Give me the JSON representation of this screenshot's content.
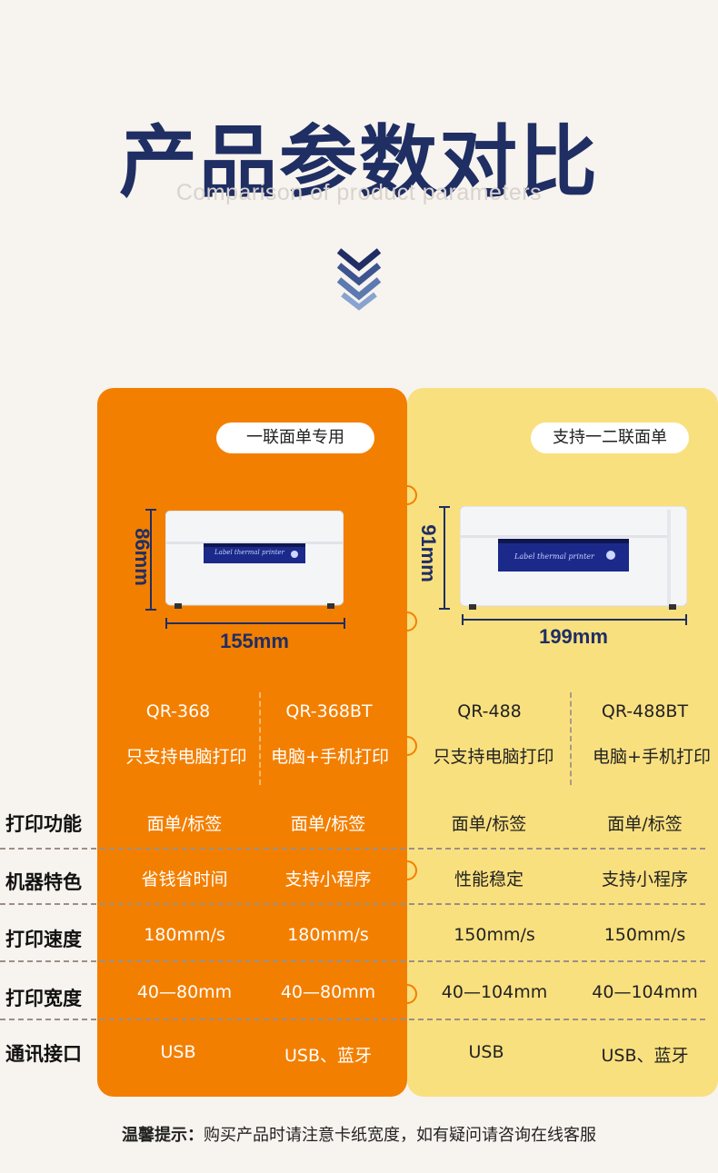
{
  "header": {
    "title": "产品参数对比",
    "subtitle": "Comparison of product parameters"
  },
  "groups": [
    {
      "badge": "一联面单专用",
      "height_label": "86mm",
      "width_label": "155mm",
      "models": [
        {
          "name": "QR-368",
          "desc": "只支持电脑打印"
        },
        {
          "name": "QR-368BT",
          "desc": "电脑+手机打印"
        }
      ]
    },
    {
      "badge": "支持一二联面单",
      "height_label": "91mm",
      "width_label": "199mm",
      "models": [
        {
          "name": "QR-488",
          "desc": "只支持电脑打印"
        },
        {
          "name": "QR-488BT",
          "desc": "电脑+手机打印"
        }
      ]
    }
  ],
  "printer_label": "Label thermal printer",
  "rows": [
    {
      "label": "打印功能",
      "values": [
        "面单/标签",
        "面单/标签",
        "面单/标签",
        "面单/标签"
      ]
    },
    {
      "label": "机器特色",
      "values": [
        "省钱省时间",
        "支持小程序",
        "性能稳定",
        "支持小程序"
      ]
    },
    {
      "label": "打印速度",
      "values": [
        "180mm/s",
        "180mm/s",
        "150mm/s",
        "150mm/s"
      ]
    },
    {
      "label": "打印宽度",
      "values": [
        "40—80mm",
        "40—80mm",
        "40—104mm",
        "40—104mm"
      ]
    },
    {
      "label": "通讯接口",
      "values": [
        "USB",
        "USB、蓝牙",
        "USB",
        "USB、蓝牙"
      ]
    }
  ],
  "footer": {
    "prefix": "温馨提示：",
    "text": "购买产品时请注意卡纸宽度，如有疑问请咨询在线客服"
  },
  "colors": {
    "orange": "#f37f00",
    "yellow": "#f9e07f",
    "navy": "#1f2e63",
    "background": "#f7f3ee"
  }
}
